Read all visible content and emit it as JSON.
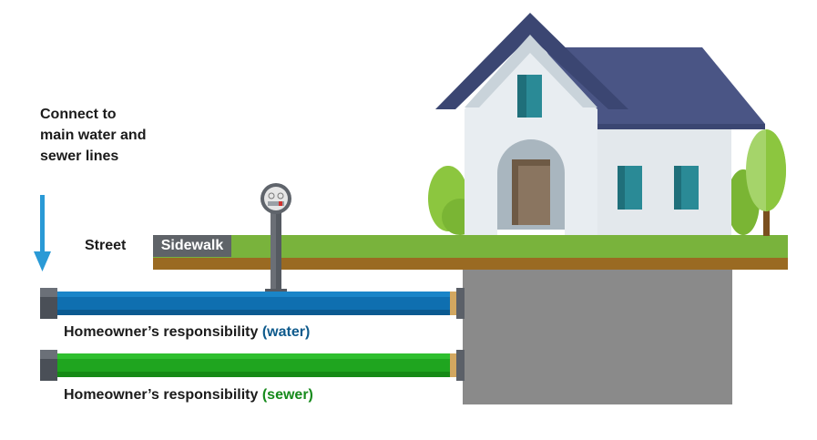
{
  "labels": {
    "connect": "Connect to main water and sewer lines",
    "street": "Street",
    "sidewalk": "Sidewalk",
    "water_responsibility": "Homeowner’s responsibility",
    "water_tag": "(water)",
    "sewer_responsibility": "Homeowner’s responsibility",
    "sewer_tag": "(sewer)"
  },
  "colors": {
    "water_pipe": "#0f6fb0",
    "sewer_pipe": "#1fa51f",
    "arrow": "#2a9ad6",
    "grass": "#79b33c",
    "soil": "#9a6a22",
    "basement": "#8a8a8a",
    "roof": "#4a5585",
    "wall": "#e4e9ed",
    "window": "#1f6f7a",
    "door": "#8a7560"
  },
  "icons": [
    "down-arrow-icon",
    "water-meter-icon",
    "house-icon",
    "tree-icon",
    "bush-icon"
  ]
}
